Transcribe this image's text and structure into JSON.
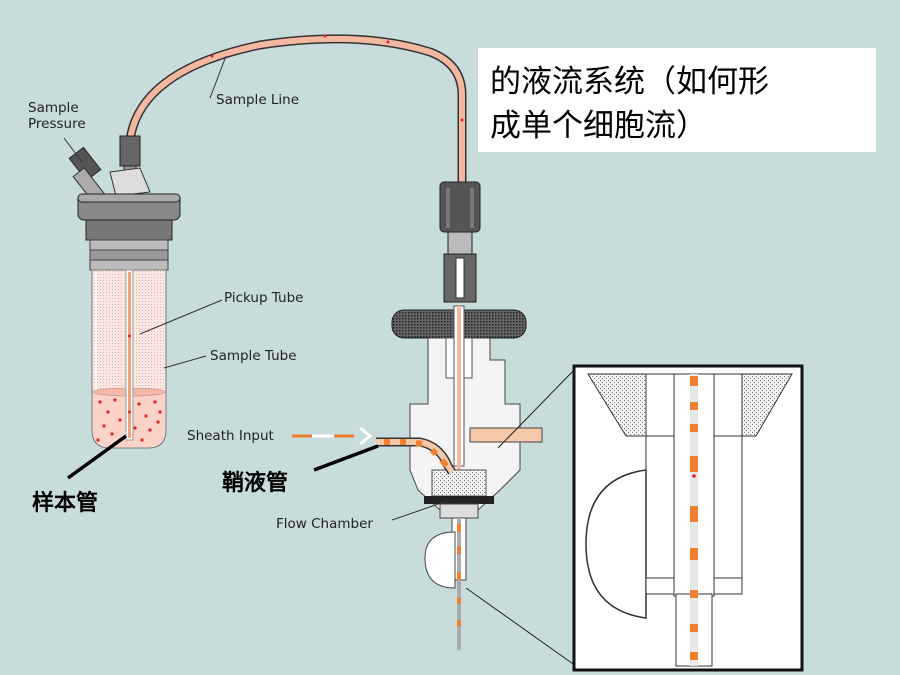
{
  "title": {
    "line1": "的液流系统（如何形",
    "line2": "成单个细胞流）"
  },
  "labels": {
    "sample_pressure_line1": "Sample",
    "sample_pressure_line2": "Pressure",
    "sample_line": "Sample Line",
    "pickup_tube": "Pickup Tube",
    "sample_tube": "Sample Tube",
    "sheath_input": "Sheath Input",
    "flow_chamber": "Flow Chamber"
  },
  "annotations": {
    "sample_tube_zh": "样本管",
    "sheath_tube_zh": "鞘液管"
  },
  "colors": {
    "background": "#c8dcdc",
    "sample_stream": "#f0a880",
    "sheath_stream": "#f0a050",
    "cell_dot": "#e02020"
  }
}
